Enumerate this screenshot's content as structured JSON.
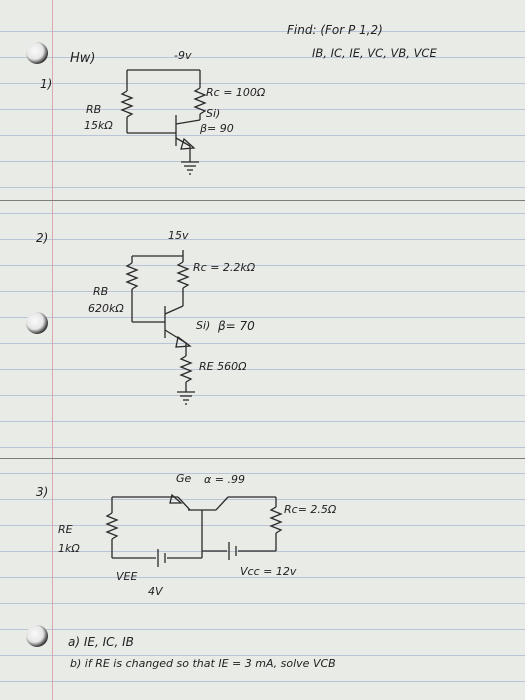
{
  "header": {
    "hw_label": "Hw)",
    "find_title": "Find: (For P 1,2)",
    "find_vars": "IB, IC, IE, VC, VB, VCE"
  },
  "problem1": {
    "number": "1)",
    "supply": "-9v",
    "rb_label": "RB",
    "rb_value": "15kΩ",
    "rc_label": "Rc = 100Ω",
    "material": "Si)",
    "beta": "β= 90"
  },
  "problem2": {
    "number": "2)",
    "supply": "15v",
    "rb_label": "RB",
    "rb_value": "620kΩ",
    "rc_label": "Rc = 2.2kΩ",
    "material": "Si)",
    "beta": "β= 70",
    "re_label": "RE 560Ω"
  },
  "problem3": {
    "number": "3)",
    "material": "Ge",
    "alpha": "α = .99",
    "re_label": "RE",
    "re_value": "1kΩ",
    "rc_label": "Rc= 2.5Ω",
    "vee_label": "VEE",
    "vee_value": "4V",
    "vcc_label": "Vcc = 12v",
    "part_a": "a) IE, IC, IB",
    "part_b": "b) if  RE is changed so that  IE = 3 mA,  solve  VCB"
  }
}
